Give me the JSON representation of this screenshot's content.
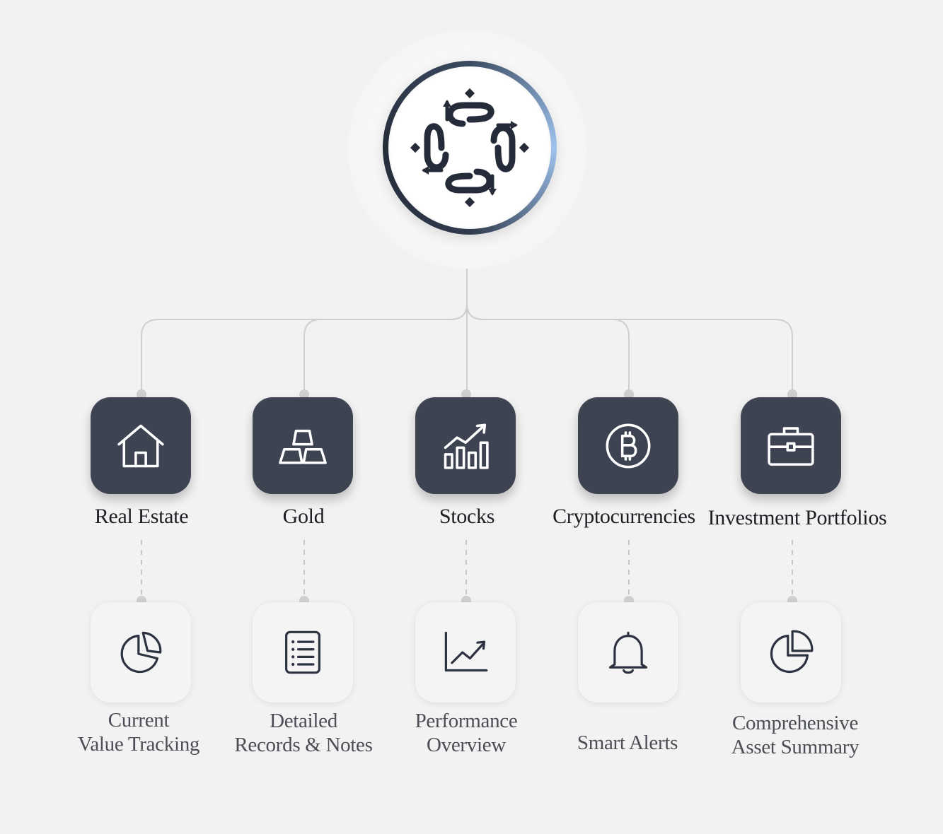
{
  "hub": {
    "logo_icon": "interlocking-arrows-logo-icon",
    "ring_colors": [
      "#2f3a4c",
      "#9fc3ee"
    ]
  },
  "categories": [
    {
      "label": "Real Estate",
      "icon": "house-icon"
    },
    {
      "label": "Gold",
      "icon": "gold-bars-icon"
    },
    {
      "label": "Stocks",
      "icon": "bar-chart-trend-icon"
    },
    {
      "label": "Cryptocurrencies",
      "icon": "bitcoin-icon"
    },
    {
      "label": "Investment Portfolios",
      "icon": "briefcase-icon"
    }
  ],
  "features": [
    {
      "lines": [
        "Current",
        "Value Tracking"
      ],
      "icon": "pie-chart-icon"
    },
    {
      "lines": [
        "Detailed",
        "Records & Notes"
      ],
      "icon": "list-document-icon"
    },
    {
      "lines": [
        "Performance",
        "Overview"
      ],
      "icon": "line-chart-icon"
    },
    {
      "lines": [
        "Smart Alerts"
      ],
      "icon": "bell-icon"
    },
    {
      "lines": [
        "Comprehensive",
        "Asset Summary"
      ],
      "icon": "pie-slice-icon"
    }
  ],
  "colors": {
    "background": "#f2f2f2",
    "tile_dark": "#3e4352",
    "tile_light": "#f4f4f4",
    "icon_dark": "#2d3240",
    "connector": "#cfcfcf"
  }
}
